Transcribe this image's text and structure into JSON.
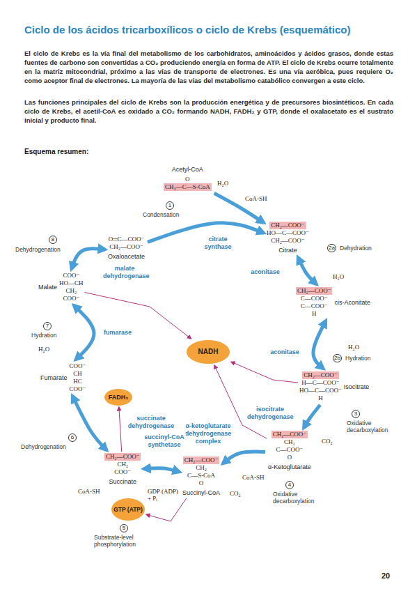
{
  "diagram": {
    "title": "Ciclo de los ácidos tricarboxílicos o ciclo de Krebs (esquemático)",
    "nodes": [
      {
        "text": [
          "Acetyl-CoA",
          "O",
          "CH₃—C—S-CoA"
        ]
      },
      {
        "text": [
          "CH₂—COO⁻",
          "HO—C—COO⁻",
          "CH₂—COO⁻",
          "Citrate"
        ]
      },
      {
        "text": [
          "CH₂—COO⁻",
          "C—COO⁻",
          "C—COO⁻",
          "H",
          "cis-Aconitate"
        ]
      },
      {
        "text": [
          "CH₂—COO⁻",
          "H—C—COO⁻",
          "HO—C—COO⁻",
          "H",
          "Isocitrate"
        ]
      },
      {
        "text": [
          "CH₂—COO⁻",
          "CH₂",
          "C—COO⁻",
          "O",
          "α-Ketoglutarate"
        ]
      },
      {
        "text": [
          "CH₂—COO⁻",
          "CH₂",
          "C—S-CoA",
          "O",
          "Succinyl-CoA"
        ]
      },
      {
        "text": [
          "CH₂—COO⁻",
          "CH₂",
          "COO⁻",
          "Succinate"
        ]
      },
      {
        "text": [
          "Fumarate",
          "COO⁻",
          "CH",
          "HC",
          "COO⁻"
        ]
      },
      {
        "text": [
          "Malate",
          "COO⁻",
          "HO—CH",
          "CH₂",
          "COO⁻"
        ]
      },
      {
        "text": [
          "O═C—COO⁻",
          "CH₂—COO⁻",
          "Oxaloacetate"
        ]
      },
      {
        "text": [
          "NADH"
        ]
      },
      {
        "text": [
          "FADH₂"
        ]
      },
      {
        "text": [
          "GTP (ATP)"
        ]
      }
    ],
    "edges": [
      {
        "from": 0,
        "to": 1,
        "arrow": "to"
      },
      {
        "from": 9,
        "to": 1,
        "arrow": "to",
        "label": "citrate synthase"
      },
      {
        "from": 1,
        "to": 2,
        "arrow": "both",
        "label": "aconitase"
      },
      {
        "from": 2,
        "to": 3,
        "arrow": "both",
        "label": "aconitase"
      },
      {
        "from": 3,
        "to": 4,
        "arrow": "to",
        "label": "isocitrate dehydrogenase"
      },
      {
        "from": 4,
        "to": 5,
        "arrow": "to",
        "label": "α-ketoglutarate dehydrogenase complex"
      },
      {
        "from": 5,
        "to": 6,
        "arrow": "both",
        "label": "succinyl-CoA synthetase"
      },
      {
        "from": 6,
        "to": 7,
        "arrow": "both",
        "label": "succinate dehydrogenase"
      },
      {
        "from": 7,
        "to": 8,
        "arrow": "both",
        "label": "fumarase"
      },
      {
        "from": 8,
        "to": 9,
        "arrow": "both",
        "label": "malate dehydrogenase"
      },
      {
        "from": 3,
        "to": 10,
        "arrow": "to"
      },
      {
        "from": 4,
        "to": 10,
        "arrow": "to"
      },
      {
        "from": 8,
        "to": 10,
        "arrow": "to"
      },
      {
        "from": 6,
        "to": 11,
        "arrow": "to"
      },
      {
        "from": 5,
        "to": 12,
        "arrow": "to"
      }
    ],
    "labels": [
      "El ciclo de Krebs es la vía final del metabolismo de los carbohidratos, aminoácidos y ácidos grasos, donde estas fuentes de carbono son convertidas a CO₂ produciendo energía en forma de ATP. El ciclo de Krebs ocurre totalmente en la matriz mitocondrial, próximo a las vías de transporte de electrones. Es una vía aeróbica, pues requiere O₂ como aceptor final de electrones. La mayoría de las vías del metabolismo catabólico convergen a este ciclo.",
      "Las funciones principales del ciclo de Krebs son la producción energética y de precursores biosintéticos. En cada ciclo de Krebs, el acetil-CoA es oxidado a CO₂ formando NADH, FADH₂ y GTP, donde el oxalacetato es el sustrato inicial y producto final.",
      "Esquema resumen:",
      "1",
      "Condensation",
      "H₂O",
      "CoA-SH",
      "2a",
      "Dehydration",
      "H₂O",
      "H₂O",
      "2b",
      "Hydration",
      "3",
      "Oxidative decarboxylation",
      "CO₂",
      "CoA-SH",
      "CO₂",
      "4",
      "Oxidative decarboxylation",
      "GDP (ADP) + Pᵢ",
      "CoA-SH",
      "5",
      "Substrate-level phosphorylation",
      "6",
      "Dehydrogenation",
      "7",
      "Hydration",
      "H₂O",
      "8",
      "Dehydrogenation",
      "20"
    ]
  }
}
